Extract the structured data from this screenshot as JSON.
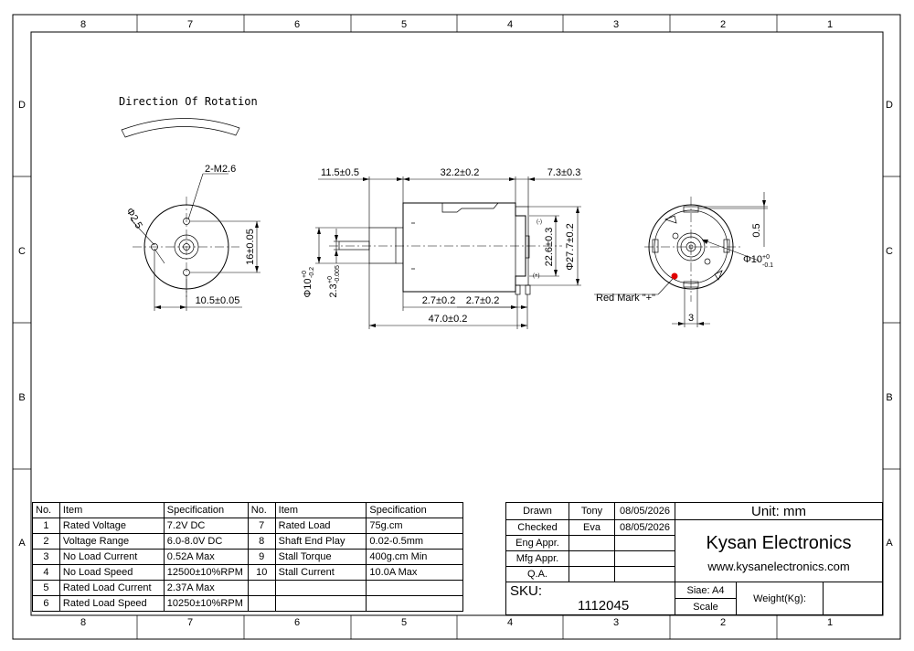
{
  "border": {
    "columns_top": [
      "8",
      "7",
      "6",
      "5",
      "4",
      "3",
      "2",
      "1"
    ],
    "columns_bottom": [
      "8",
      "7",
      "6",
      "5",
      "4",
      "3",
      "2",
      "1"
    ],
    "rows_left": [
      "D",
      "C",
      "B",
      "A"
    ],
    "rows_right": [
      "D",
      "C",
      "B",
      "A"
    ]
  },
  "front_view": {
    "rotation_label": "Direction Of Rotation",
    "hole_label": "2-M2.6",
    "hole_dia": "Φ2.5",
    "spacing_label": "16±0.05",
    "offset_label": "10.5±0.05"
  },
  "side_view": {
    "d_shaft_ext": "11.5±0.5",
    "d_body": "32.2±0.2",
    "d_rear": "7.3±0.3",
    "d_inner_dia": "22.6±0.3",
    "d_outer_dia": "Φ27.7±0.2",
    "d_boss_main": "Φ10",
    "d_boss_up": "+0",
    "d_boss_low": "-0.2",
    "d_shaft_main": "2.3",
    "d_shaft_up": "+0",
    "d_shaft_low": "-0.005",
    "d_term1": "2.7±0.2",
    "d_term2": "2.7±0.2",
    "d_total": "47.0±0.2",
    "minus_mark": "(-)",
    "plus_mark": "(+)"
  },
  "rear_view": {
    "d_offset": "0.5",
    "d_boss_main": "Φ10",
    "d_boss_up": "+0",
    "d_boss_low": "-0.1",
    "red_mark_label": "Red Mark \"+\"",
    "d_terminal": "3",
    "red_mark_color": "#e00000"
  },
  "spec_table": {
    "headers": [
      "No.",
      "Item",
      "Specification",
      "No.",
      "Item",
      "Specification"
    ],
    "rows": [
      [
        "1",
        "Rated Voltage",
        "7.2V DC",
        "7",
        "Rated Load",
        "75g.cm"
      ],
      [
        "2",
        "Voltage Range",
        "6.0-8.0V DC",
        "8",
        "Shaft End Play",
        "0.02-0.5mm"
      ],
      [
        "3",
        "No Load Current",
        "0.52A Max",
        "9",
        "Stall Torque",
        "400g.cm Min"
      ],
      [
        "4",
        "No Load Speed",
        "12500±10%RPM",
        "10",
        "Stall Current",
        "10.0A Max"
      ],
      [
        "5",
        "Rated Load Current",
        "2.37A Max",
        "",
        "",
        ""
      ],
      [
        "6",
        "Rated Load Speed",
        "10250±10%RPM",
        "",
        "",
        ""
      ]
    ]
  },
  "title_block": {
    "drawn_label": "Drawn",
    "drawn_by": "Tony",
    "drawn_date": "08/05/2026",
    "checked_label": "Checked",
    "checked_by": "Eva",
    "checked_date": "08/05/2026",
    "eng_label": "Eng Appr.",
    "mfg_label": "Mfg Appr.",
    "qa_label": "Q.A.",
    "unit": "Unit: mm",
    "company": "Kysan Electronics",
    "website": "www.kysanelectronics.com",
    "sku_label": "SKU:",
    "sku": "1112045",
    "size": "Siae: A4",
    "scale_label": "Scale",
    "weight_label": "Weight(Kg):"
  }
}
